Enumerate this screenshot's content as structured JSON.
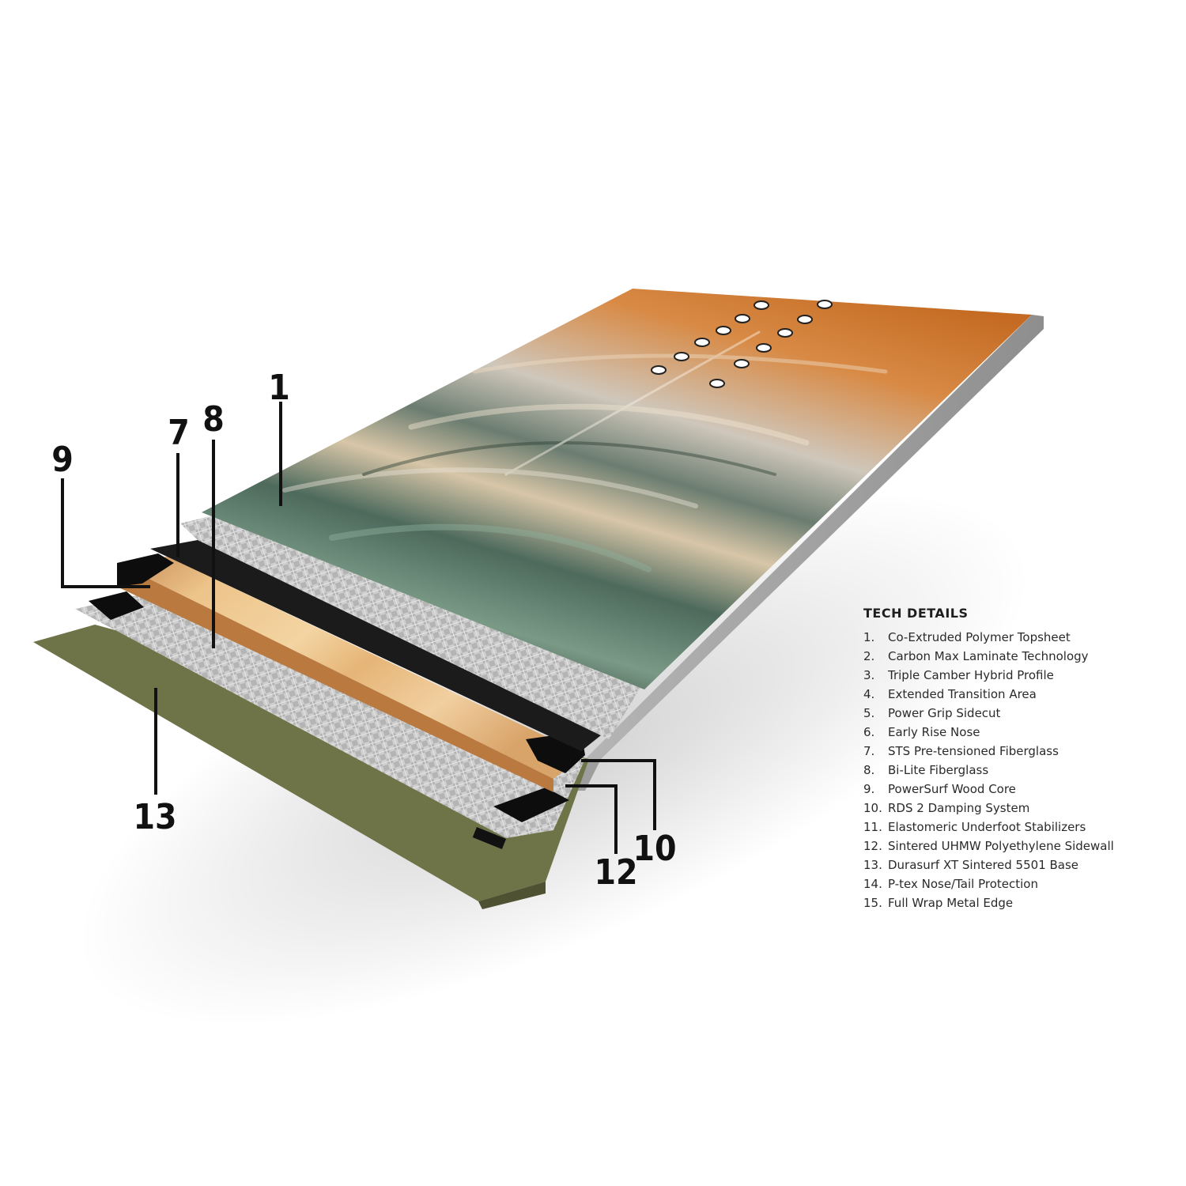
{
  "tech_details": {
    "title": "TECH DETAILS",
    "items": [
      {
        "num": "1.",
        "text": "Co-Extruded Polymer Topsheet"
      },
      {
        "num": "2.",
        "text": "Carbon Max Laminate Technology"
      },
      {
        "num": "3.",
        "text": "Triple Camber Hybrid Profile"
      },
      {
        "num": "4.",
        "text": "Extended Transition Area"
      },
      {
        "num": "5.",
        "text": "Power Grip Sidecut"
      },
      {
        "num": "6.",
        "text": "Early Rise Nose"
      },
      {
        "num": "7.",
        "text": "STS Pre-tensioned Fiberglass"
      },
      {
        "num": "8.",
        "text": "Bi-Lite Fiberglass"
      },
      {
        "num": "9.",
        "text": "PowerSurf Wood Core"
      },
      {
        "num": "10.",
        "text": "RDS 2 Damping System"
      },
      {
        "num": "11.",
        "text": "Elastomeric Underfoot Stabilizers"
      },
      {
        "num": "12.",
        "text": "Sintered UHMW Polyethylene Sidewall"
      },
      {
        "num": "13.",
        "text": "Durasurf XT Sintered 5501 Base"
      },
      {
        "num": "14.",
        "text": "P-tex Nose/Tail Protection"
      },
      {
        "num": "15.",
        "text": "Full Wrap Metal Edge"
      }
    ]
  },
  "callouts": [
    "1",
    "7",
    "8",
    "9",
    "13",
    "12",
    "10"
  ],
  "colors": {
    "base": "#6f7348",
    "core_wood": "#e2b97e",
    "sidewall": "#0d0d0d",
    "fiberglass": "#c8c8c8",
    "topsheet_orange": "#c9702a",
    "topsheet_green": "#5c7a66",
    "board_edge": "#9a9a9a"
  }
}
